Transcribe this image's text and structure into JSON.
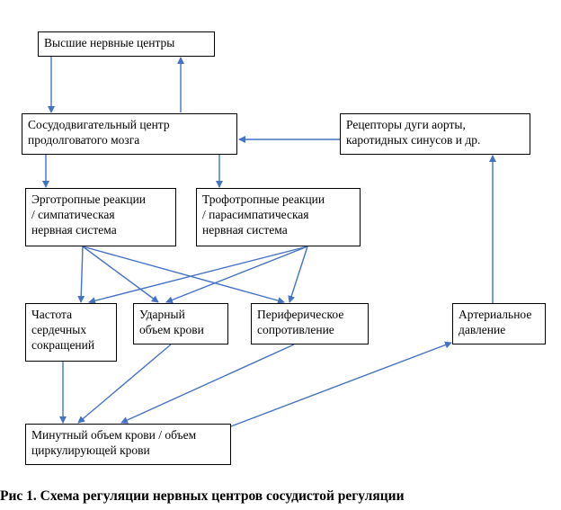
{
  "diagram": {
    "nodes": {
      "higher_centers": "Высшие нервные центры",
      "vasomotor_center": "Сосудодвигательный центр\nпродолговатого мозга",
      "receptors": "Рецепторы дуги аорты,\nкаротидных синусов и др.",
      "ergotropic": "Эрготропные реакции\n/ симпатическая\nнервная система",
      "trophotropic": "Трофотропные реакции\n/ парасимпатическая\nнервная система",
      "heart_rate": "Частота\nсердечных\nсокращений",
      "stroke_volume": "Ударный\nобъем крови",
      "peripheral_resistance": "Периферическое\nсопротивление",
      "arterial_pressure": "Артериальное\nдавление",
      "minute_volume": "Минутный объем крови / объем\nциркулирующей крови"
    },
    "arrow_color": "#4472C4",
    "caption": "Рис 1. Схема регуляции нервных центров сосудистой регуляции"
  }
}
